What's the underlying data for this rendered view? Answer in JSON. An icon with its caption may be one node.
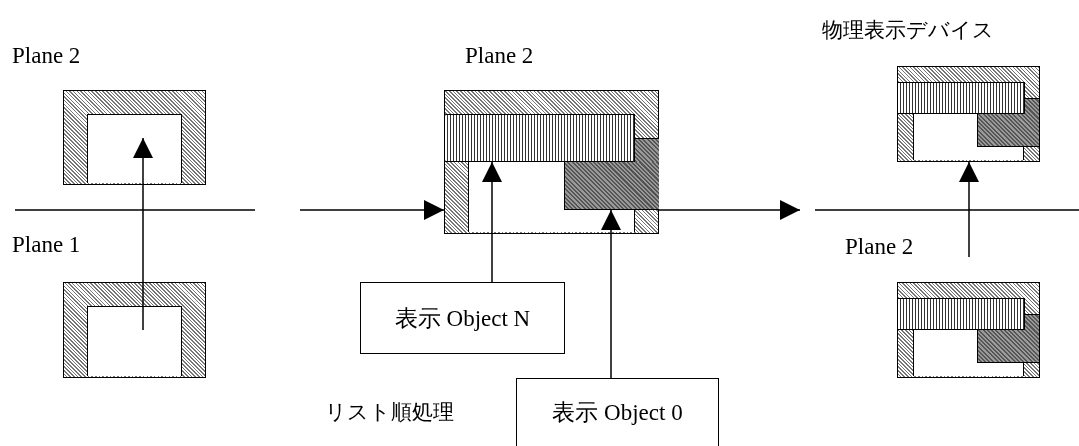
{
  "diagram": {
    "nodes": [
      {
        "text": [],
        "shape": "box"
      },
      {
        "text": [],
        "shape": "box"
      },
      {
        "text": [],
        "shape": "box"
      },
      {
        "text": [],
        "shape": "bar",
        "in": 2
      },
      {
        "text": [],
        "shape": "box",
        "in": 2
      },
      {
        "text": [
          "表示 Object N"
        ]
      },
      {
        "text": [
          "表示 Object 0"
        ]
      },
      {
        "text": [],
        "shape": "box",
        "beside": [
          "物理表示デバイス"
        ]
      },
      {
        "text": [],
        "shape": "box"
      }
    ],
    "edges": [
      {
        "from": 1,
        "to": 0,
        "arrow": "to"
      },
      {
        "from": 5,
        "to": 3,
        "arrow": "to"
      },
      {
        "from": 6,
        "to": 4,
        "arrow": "to"
      },
      {
        "from": 8,
        "to": 7,
        "arrow": "to"
      },
      {
        "from": null,
        "to": 2,
        "arrow": "to"
      },
      {
        "from": 2,
        "to": null,
        "arrow": "to"
      }
    ],
    "labels": [
      "Plane 2",
      "Plane 1",
      "Plane 2",
      "Plane 2",
      "リスト順処理"
    ]
  }
}
